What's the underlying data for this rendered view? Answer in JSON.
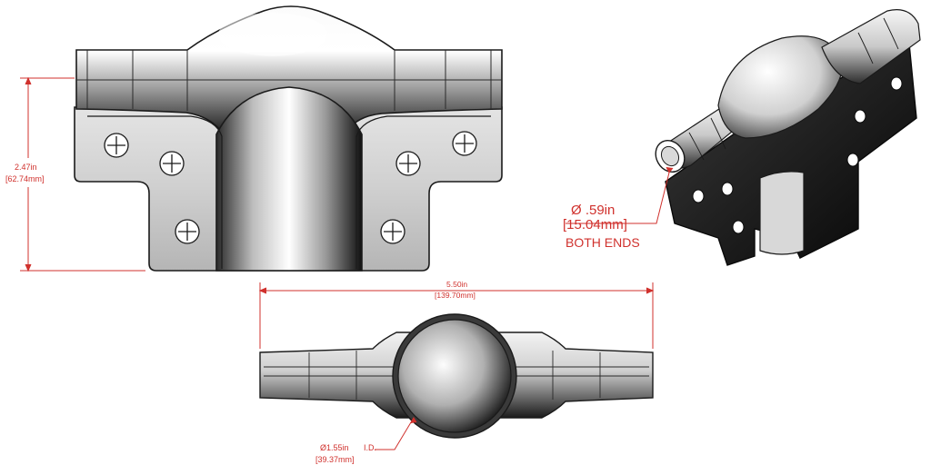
{
  "front_view": {
    "height_dim_in": "2.47in",
    "height_dim_mm": "[62.74mm]"
  },
  "iso_view": {
    "end_dia_in": "Ø .59in",
    "end_dia_mm": "[15.04mm]",
    "end_note": "BOTH ENDS"
  },
  "top_view": {
    "width_dim_in": "5.50in",
    "width_dim_mm": "[139.70mm]",
    "bore_dia_in": "Ø1.55in",
    "bore_note": "I.D.",
    "bore_dia_mm": "[39.37mm]"
  },
  "colors": {
    "dimension": "#d0312d",
    "outline": "#1a1a1a"
  }
}
